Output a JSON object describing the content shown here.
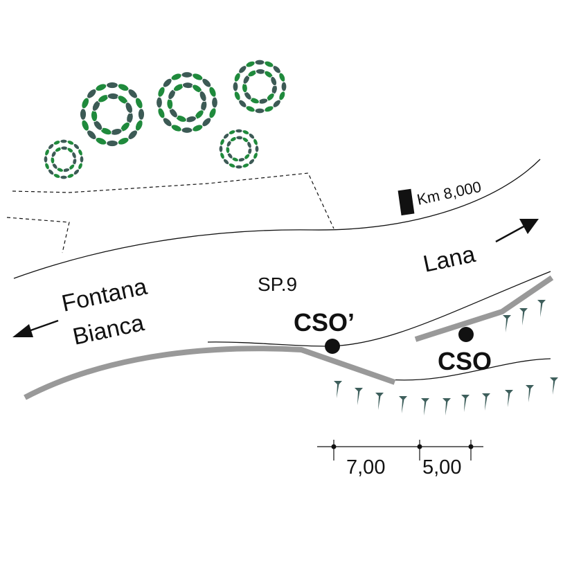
{
  "road": {
    "name": "SP.9",
    "km_marker": "Km 8,000"
  },
  "directions": {
    "left": [
      "Fontana",
      "Bianca"
    ],
    "right": "Lana"
  },
  "points": {
    "cso_prime": "CSO’",
    "cso": "CSO"
  },
  "dimensions": [
    "7,00",
    "5,00"
  ],
  "colors": {
    "line": "#111111",
    "barrier": "#999999",
    "tree_dark": "#3c5a55",
    "tree_light": "#1f8a3c",
    "slope": "#3e5f5c"
  }
}
